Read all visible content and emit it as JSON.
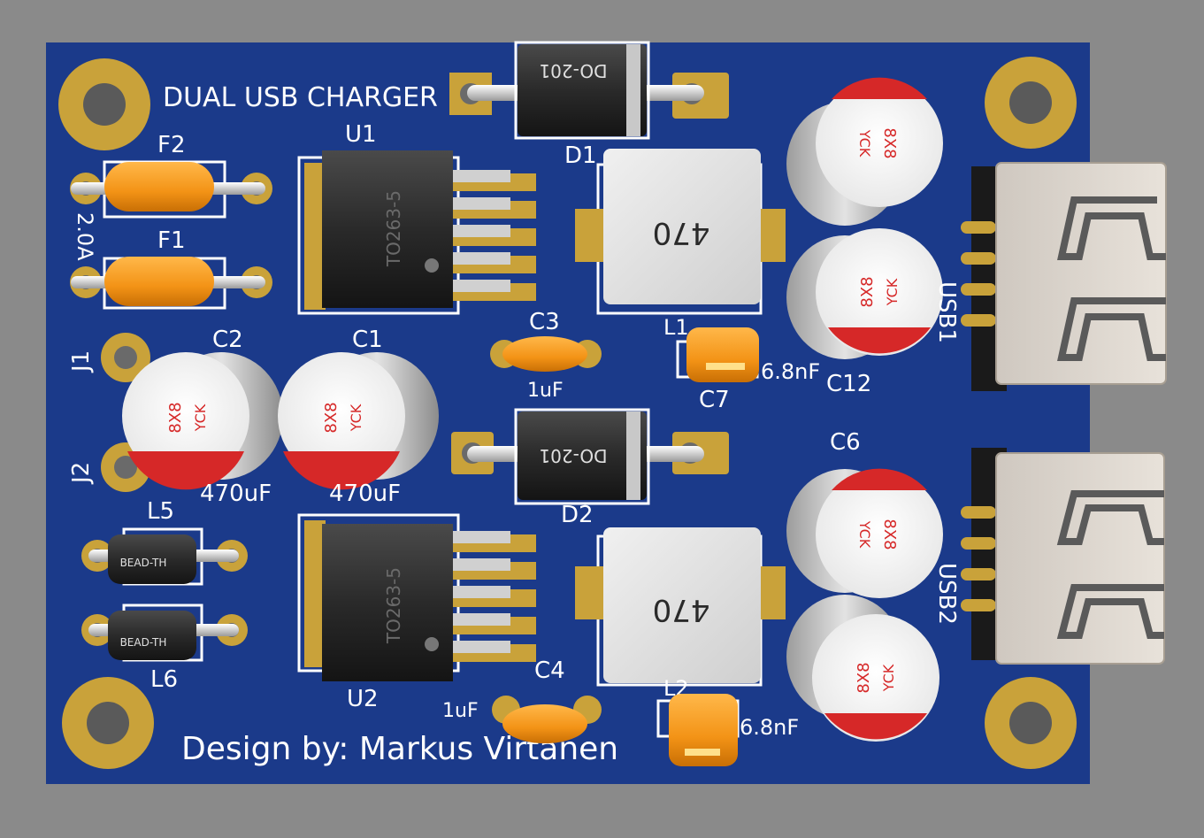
{
  "board": {
    "title": "DUAL USB CHARGER",
    "credit": "Design by: Markus Virtanen",
    "colors": {
      "background": "#8a8a8a",
      "pcb": "#1b3a8a",
      "pad": "#c9a23a",
      "silkscreen": "#ffffff",
      "capacitor_stripe": "#d62828",
      "orange_part": "#f59a1a"
    }
  },
  "labels": {
    "u1": "U1",
    "u2": "U2",
    "d1": "D1",
    "d2": "D2",
    "f1": "F1",
    "f2": "F2",
    "fuse_rating": "2.0A",
    "l1": "L1",
    "l2": "L2",
    "l5": "L5",
    "l6": "L6",
    "c1": "C1",
    "c2": "C2",
    "c3": "C3",
    "c4": "C4",
    "c6": "C6",
    "c7": "C7",
    "c12": "C12",
    "j1": "J1",
    "j2": "J2",
    "usb1": "USB1",
    "usb2": "USB2",
    "c1_value": "470uF",
    "c2_value": "470uF",
    "c3_value": "1uF",
    "c4_value": "1uF",
    "c7_value": "6.8nF",
    "c_l2_value": "6.8nF"
  },
  "markings": {
    "regulator_package": "TO263-5",
    "diode_package": "DO-201",
    "inductor_value": "470",
    "bead": "BEAD-TH",
    "cap_brand": "YCK",
    "cap_size": "8X8"
  }
}
